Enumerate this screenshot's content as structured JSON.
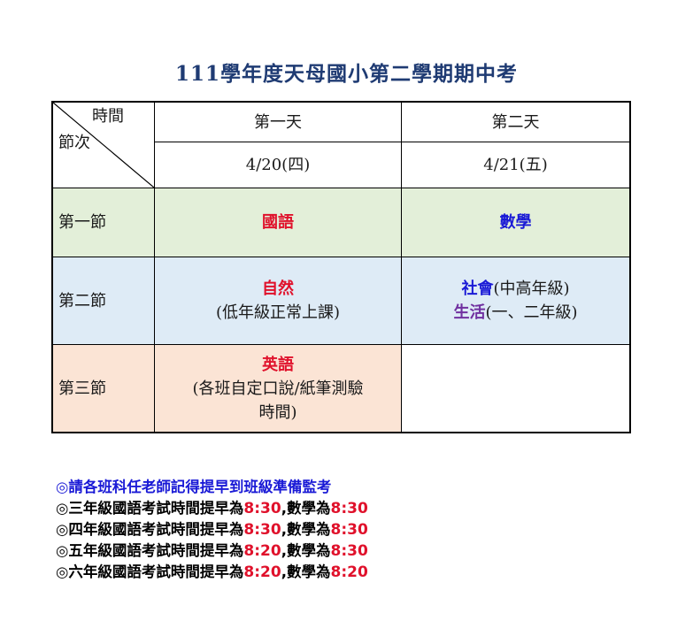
{
  "title": "111學年度天母國小第二學期期中考",
  "table": {
    "header_time": "時間",
    "header_period": "節次",
    "days": [
      {
        "name": "第一天",
        "date": "4/20(四)"
      },
      {
        "name": "第二天",
        "date": "4/21(五)"
      }
    ],
    "periods": [
      {
        "label": "第一節",
        "day1": {
          "subject": "國語"
        },
        "day2": {
          "subject": "數學"
        }
      },
      {
        "label": "第二節",
        "day1": {
          "subject": "自然",
          "note": "(低年級正常上課)"
        },
        "day2": {
          "line1_subject": "社會",
          "line1_note": "(中高年級)",
          "line2_subject": "生活",
          "line2_note": "(一、二年級)"
        }
      },
      {
        "label": "第三節",
        "day1": {
          "subject": "英語",
          "note_line1": "(各班自定口說/紙筆測驗",
          "note_line2": "時間)"
        },
        "day2": {}
      }
    ]
  },
  "notes": {
    "header": "◎請各班科任老師記得提早到班級準備監考",
    "items": [
      {
        "prefix": "◎三年級國語考試時間提早為",
        "time1": "8:30",
        "mid": ",數學為",
        "time2": "8:30"
      },
      {
        "prefix": "◎四年級國語考試時間提早為",
        "time1": "8:30",
        "mid": ",數學為",
        "time2": "8:30"
      },
      {
        "prefix": "◎五年級國語考試時間提早為",
        "time1": "8:20",
        "mid": ",數學為",
        "time2": "8:30"
      },
      {
        "prefix": "◎六年級國語考試時間提早為",
        "time1": "8:20",
        "mid": ",數學為",
        "time2": "8:20"
      }
    ]
  },
  "colors": {
    "title": "#1f3b73",
    "row1_bg": "#e3efd9",
    "row2_bg": "#deebf6",
    "row3_bg": "#fbe4d5",
    "subject_red": "#e0112b",
    "subject_blue": "#1a1ad6",
    "subject_purple": "#7030a0"
  }
}
